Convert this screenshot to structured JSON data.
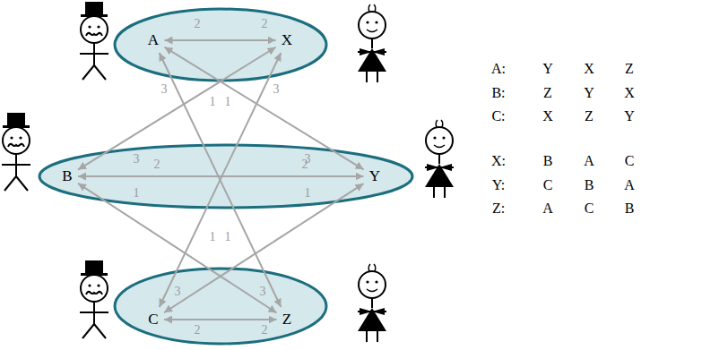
{
  "diagram": {
    "nodes": [
      {
        "text": [
          "A"
        ]
      },
      {
        "text": [
          "X"
        ]
      },
      {
        "text": [
          "B"
        ]
      },
      {
        "text": [
          "Y"
        ]
      },
      {
        "text": [
          "C"
        ]
      },
      {
        "text": [
          "Z"
        ]
      }
    ],
    "edges": [
      {
        "from": 0,
        "to": 1,
        "arrow": "both"
      },
      {
        "from": 0,
        "to": 3,
        "arrow": "both"
      },
      {
        "from": 0,
        "to": 5,
        "arrow": "both"
      },
      {
        "from": 2,
        "to": 1,
        "arrow": "both"
      },
      {
        "from": 2,
        "to": 3,
        "arrow": "both"
      },
      {
        "from": 2,
        "to": 5,
        "arrow": "both"
      },
      {
        "from": 4,
        "to": 1,
        "arrow": "both"
      },
      {
        "from": 4,
        "to": 3,
        "arrow": "both"
      },
      {
        "from": 4,
        "to": 5,
        "arrow": "both"
      }
    ],
    "labels": [
      "2",
      "2",
      "3",
      "3",
      "1",
      "1",
      "3",
      "3",
      "2",
      "2",
      "1",
      "1",
      "1",
      "1",
      "3",
      "3",
      "2",
      "2",
      "A:",
      "Y",
      "X",
      "Z",
      "B:",
      "Z",
      "Y",
      "X",
      "C:",
      "X",
      "Z",
      "Y",
      "X:",
      "B",
      "A",
      "C",
      "Y:",
      "C",
      "B",
      "A",
      "Z:",
      "A",
      "C",
      "B"
    ]
  }
}
